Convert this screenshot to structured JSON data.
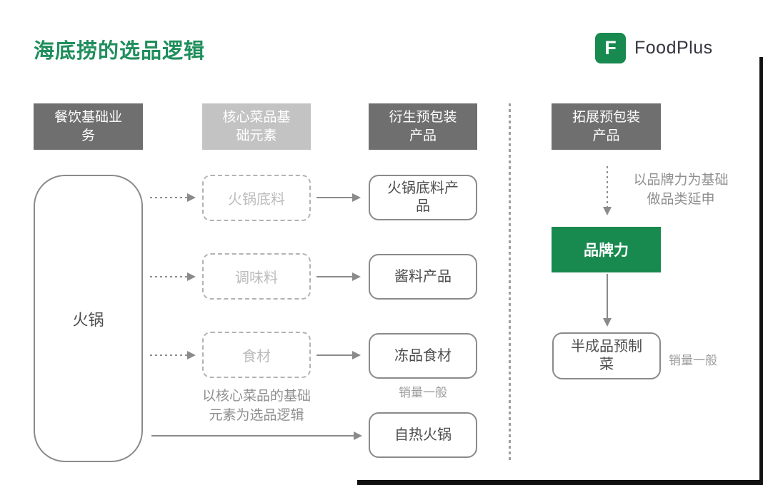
{
  "colors": {
    "title_green": "#1f8e5c",
    "brand_green": "#18894f",
    "header_dark_gray": "#6f6f6f",
    "header_light_gray": "#c3c3c3",
    "box_border_gray": "#8a8a8a",
    "muted_text_gray": "#8f8f8f"
  },
  "header": {
    "title": "海底捞的选品逻辑",
    "logo_letter": "F",
    "logo_text": "FoodPlus"
  },
  "columns": [
    {
      "label": "餐饮基础业务"
    },
    {
      "label": "核心菜品基础元素"
    },
    {
      "label": "衍生预包装产品"
    },
    {
      "label": "拓展预包装产品"
    }
  ],
  "base_business": {
    "label": "火锅"
  },
  "core_elements": {
    "items": [
      {
        "label": "火锅底料"
      },
      {
        "label": "调味料"
      },
      {
        "label": "食材"
      }
    ],
    "note_line1": "以核心菜品的基础",
    "note_line2": "元素为选品逻辑"
  },
  "derived_products": {
    "items": [
      {
        "label": "火锅底料产品"
      },
      {
        "label": "酱料产品"
      },
      {
        "label": "冻品食材"
      },
      {
        "label": "自热火锅"
      }
    ],
    "frozen_note": "销量一般"
  },
  "extended_products": {
    "note_line1": "以品牌力为基础",
    "note_line2": "做品类延申",
    "brand_label": "品牌力",
    "product_label": "半成品预制菜",
    "product_note": "销量一般"
  }
}
